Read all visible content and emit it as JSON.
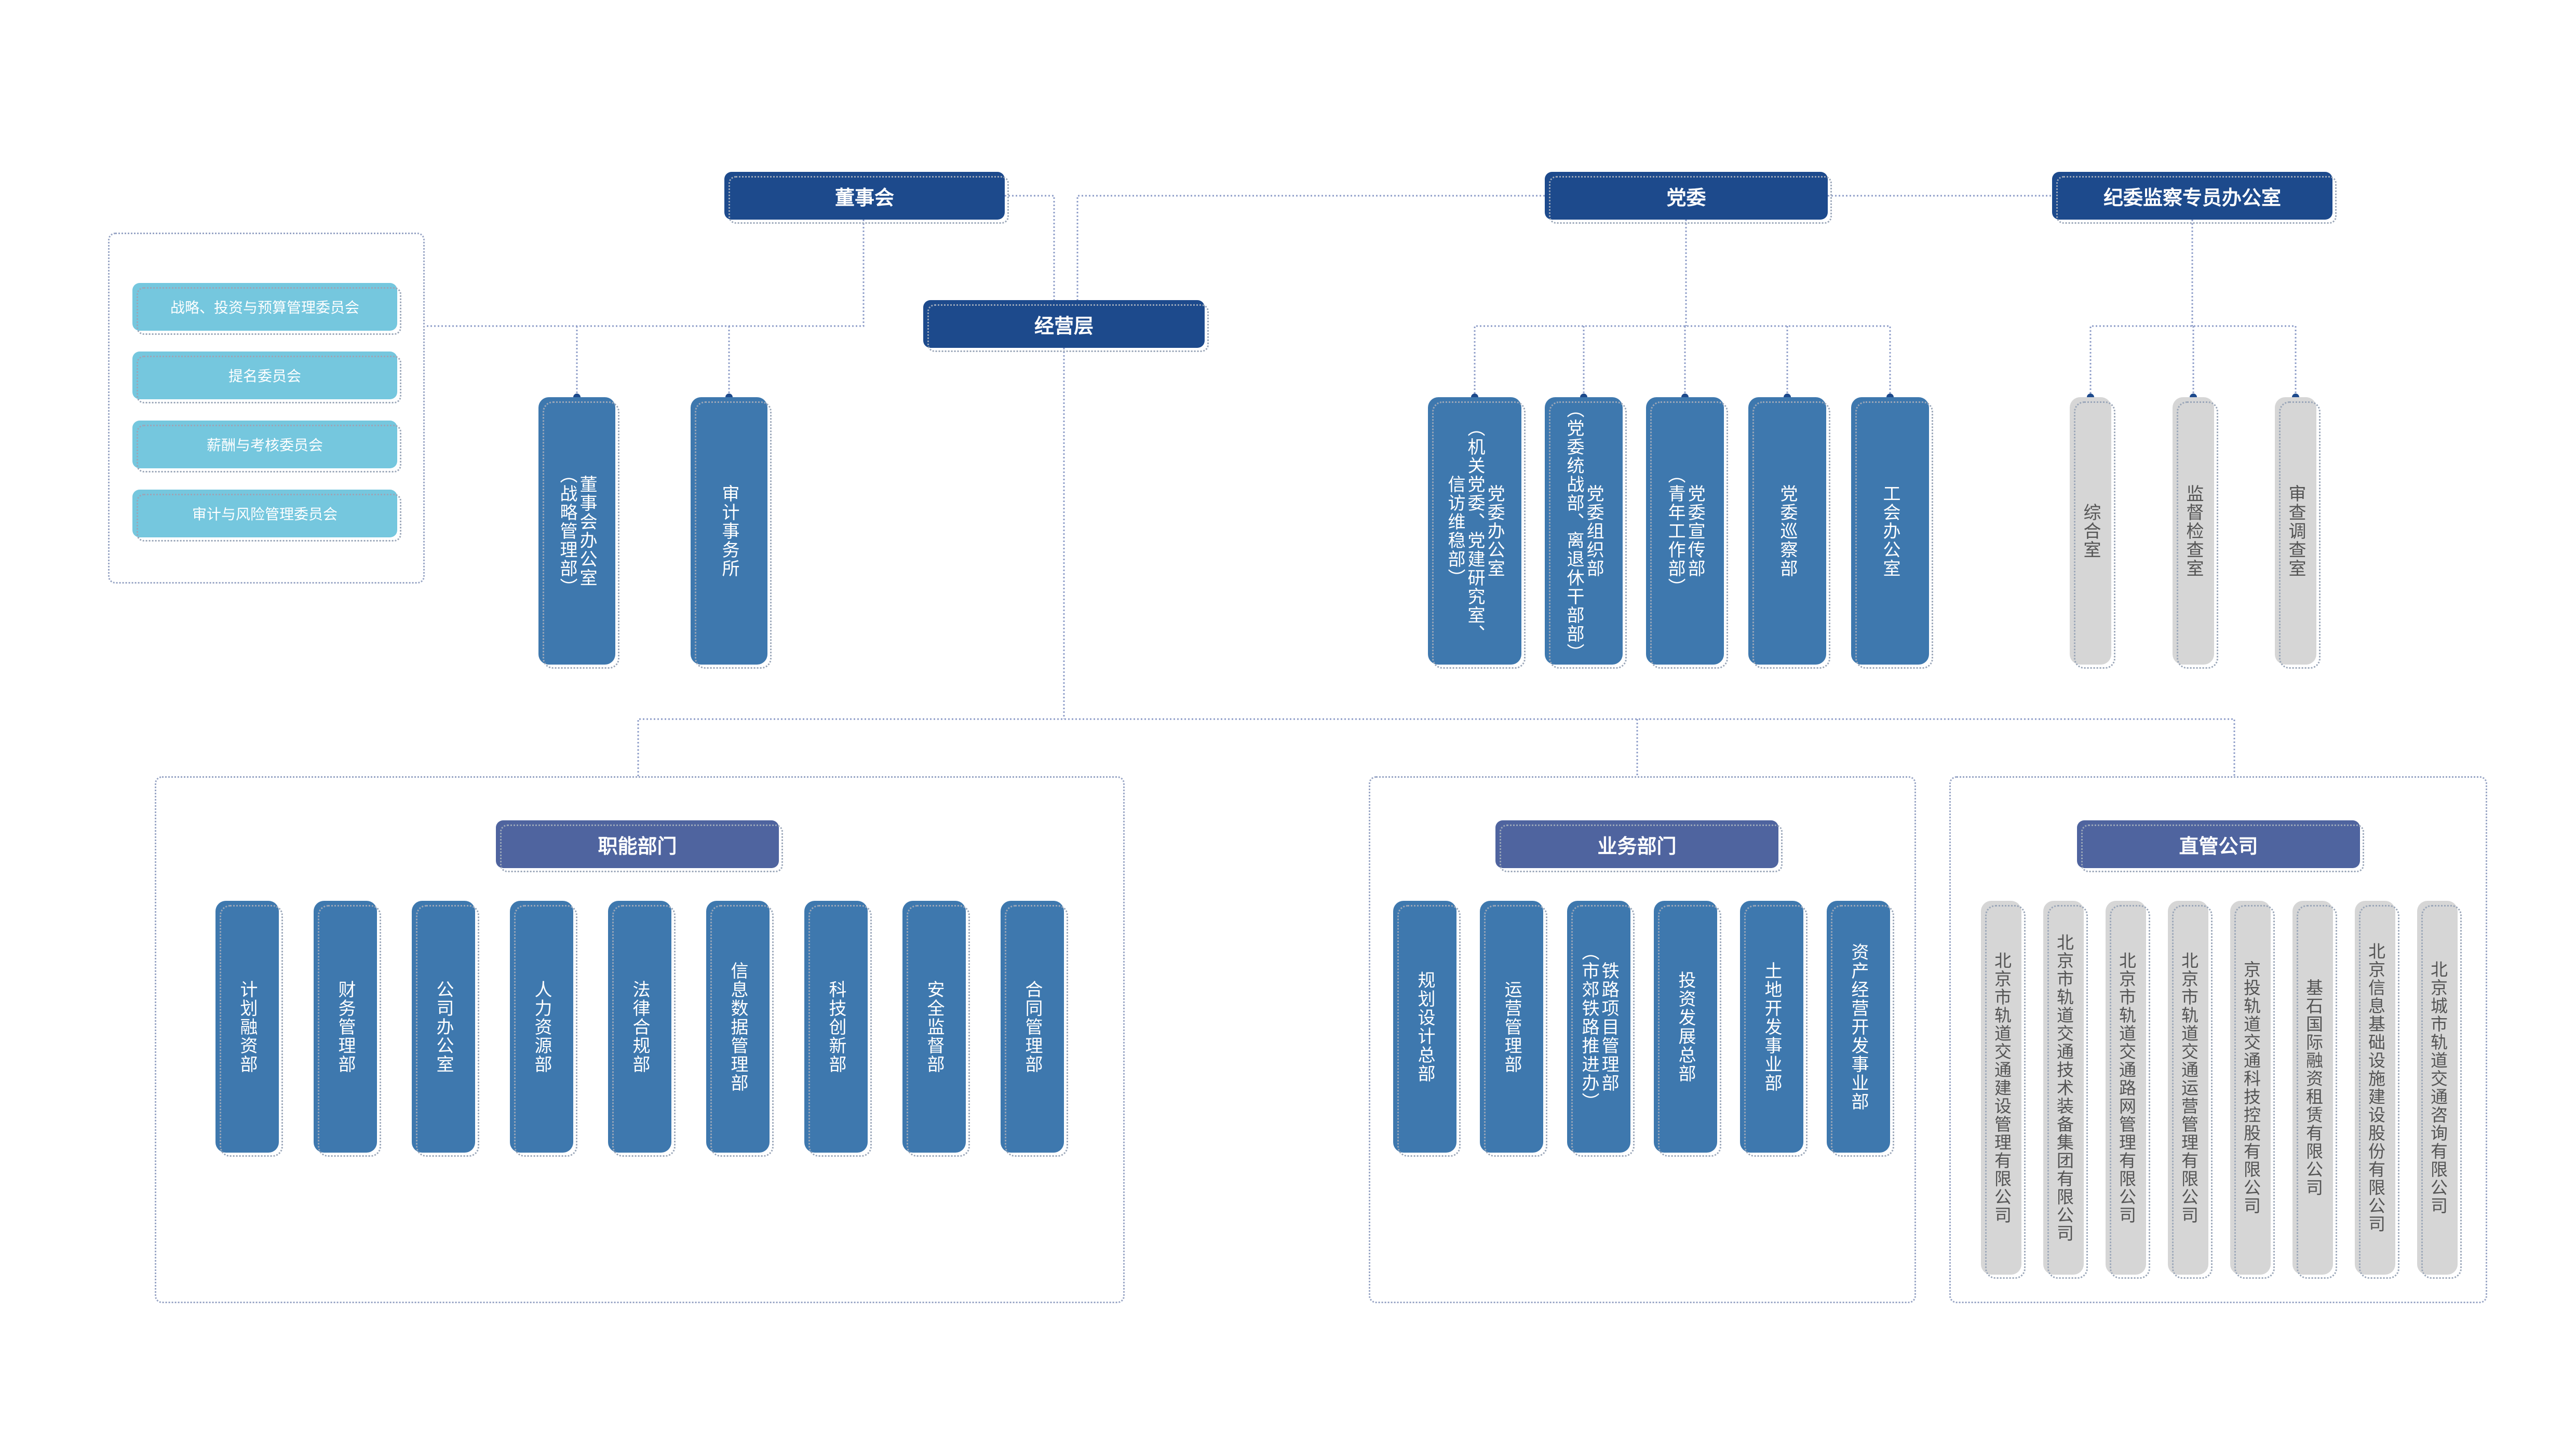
{
  "colors": {
    "top_node": "#1d4a8c",
    "section_header": "#4f649f",
    "column_node": "#3e78ae",
    "committee": "#75c7de",
    "grey_node": "#d6d6d6",
    "connector": "#8e9dc8"
  },
  "top": {
    "board": "董事会",
    "party_committee": "党委",
    "discipline": "纪委监察专员办公室",
    "management": "经营层"
  },
  "committees": [
    "战略、投资与预算管理委员会",
    "提名委员会",
    "薪酬与考核委员会",
    "审计与风险管理委员会"
  ],
  "board_units": [
    "董事会办公室\n（战略管理部）",
    "审计事务所"
  ],
  "party_units": [
    "党委办公室\n（机关党委、党建研究室、\n信访维稳部）",
    "党委组织部\n（党委统战部、离退休干部部）",
    "党委宣传部\n（青年工作部）",
    "党委巡察部",
    "工会办公室"
  ],
  "discipline_units": [
    "综合室",
    "监督检查室",
    "审查调查室"
  ],
  "sections": {
    "functional": {
      "title": "职能部门",
      "items": [
        "计划融资部",
        "财务管理部",
        "公司办公室",
        "人力资源部",
        "法律合规部",
        "信息数据管理部",
        "科技创新部",
        "安全监督部",
        "合同管理部"
      ]
    },
    "business": {
      "title": "业务部门",
      "items": [
        "规划设计总部",
        "运营管理部",
        "铁路项目管理部\n（市郊铁路推进办）",
        "投资发展总部",
        "土地开发事业部",
        "资产经营开发事业部"
      ]
    },
    "companies": {
      "title": "直管公司",
      "items": [
        "北京市轨道交通建设管理有限公司",
        "北京市轨道交通技术装备集团有限公司",
        "北京市轨道交通路网管理有限公司",
        "北京市轨道交通运营管理有限公司",
        "京投轨道交通科技控股有限公司",
        "基石国际融资租赁有限公司",
        "北京信息基础设施建设股份有限公司",
        "北京城市轨道交通咨询有限公司"
      ]
    }
  }
}
